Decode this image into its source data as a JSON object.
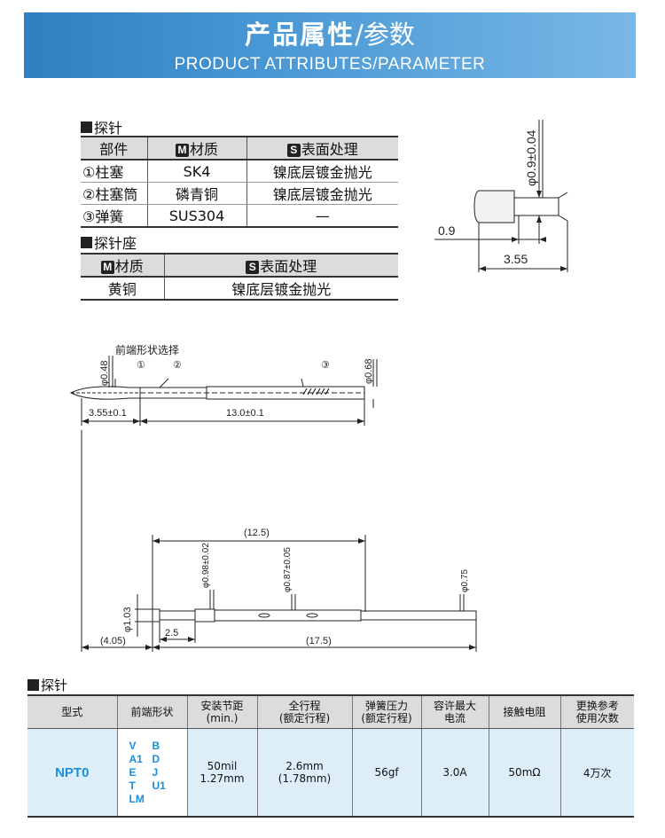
{
  "banner": {
    "title_bold": "产品属性",
    "title_sep": "/",
    "title_light": "参数",
    "subtitle": "PRODUCT ATTRIBUTES/PARAMETER"
  },
  "probe_section": {
    "title": "探针",
    "headers": {
      "part": "部件",
      "material_badge": "M",
      "material": "材质",
      "surface_badge": "S",
      "surface": "表面处理"
    },
    "rows": [
      {
        "part": "①柱塞",
        "material": "SK4",
        "surface": "镍底层镀金抛光"
      },
      {
        "part": "②柱塞筒",
        "material": "磷青铜",
        "surface": "镍底层镀金抛光"
      },
      {
        "part": "③弹簧",
        "material": "SUS304",
        "surface": "—"
      }
    ]
  },
  "socket_section": {
    "title": "探针座",
    "headers": {
      "material_badge": "M",
      "material": "材质",
      "surface_badge": "S",
      "surface": "表面处理"
    },
    "rows": [
      {
        "material": "黄铜",
        "surface": "镍底层镀金抛光"
      }
    ]
  },
  "tip_drawing": {
    "diameter": "φ0.9±0.04",
    "tip_len": "0.9",
    "head_len": "3.55"
  },
  "probe_drawing": {
    "tip_label": "前端形状选择",
    "mark1": "①",
    "mark2": "②",
    "mark3": "③",
    "d_tip": "φ0.48",
    "d_body": "φ0.68",
    "len_tip": "3.55±0.1",
    "len_body": "13.0±0.1"
  },
  "socket_drawing": {
    "len_total_top": "(12.5)",
    "d_1": "φ0.98±0.02",
    "d_2": "φ0.87±0.05",
    "d_3": "φ0.75",
    "d_flange": "φ1.03",
    "len_flange": "2.5",
    "len_left": "(4.05)",
    "len_right": "(17.5)"
  },
  "spec_section": {
    "title": "探针",
    "headers": [
      {
        "l1": "型式",
        "l2": ""
      },
      {
        "l1": "前端形状",
        "l2": ""
      },
      {
        "l1": "安装节距",
        "l2": "(min.)"
      },
      {
        "l1": "全行程",
        "l2": "(额定行程)"
      },
      {
        "l1": "弹簧压力",
        "l2": "(额定行程)"
      },
      {
        "l1": "容许最大",
        "l2": "电流"
      },
      {
        "l1": "接触电阻",
        "l2": ""
      },
      {
        "l1": "更换参考",
        "l2": "使用次数"
      }
    ],
    "row": {
      "model": "NPT0",
      "tips": [
        "V",
        "B",
        "A1",
        "D",
        "E",
        "J",
        "T",
        "U1",
        "LM",
        ""
      ],
      "pitch_1": "50mil",
      "pitch_2": "1.27mm",
      "stroke_1": "2.6mm",
      "stroke_2": "(1.78mm)",
      "force": "56gf",
      "current": "3.0A",
      "resistance": "50mΩ",
      "life": "4万次"
    }
  }
}
